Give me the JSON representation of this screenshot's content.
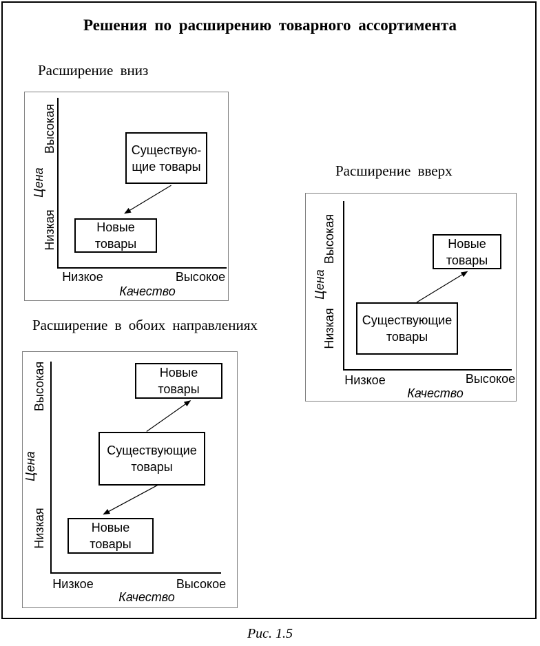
{
  "figure": {
    "title": "Решения по расширению товарного ассортимента",
    "caption": "Рис. 1.5"
  },
  "colors": {
    "background": "#ffffff",
    "frame_border": "#000000",
    "panel_border": "#808080",
    "box_border": "#000000",
    "text": "#000000"
  },
  "panels": [
    {
      "title": "Расширение вниз",
      "y_axis": {
        "title": "Цена",
        "high": "Высокая",
        "low": "Низкая"
      },
      "x_axis": {
        "title": "Качество",
        "low": "Низкое",
        "high": "Высокое"
      },
      "boxes": {
        "existing": {
          "line1": "Существую-",
          "line2": "щие товары"
        },
        "new": {
          "line1": "Новые",
          "line2": "товары"
        }
      },
      "arrow": "existing products (high price) → new products (low price)"
    },
    {
      "title": "Расширение вверх",
      "y_axis": {
        "title": "Цена",
        "high": "Высокая",
        "low": "Низкая"
      },
      "x_axis": {
        "title": "Качество",
        "low": "Низкое",
        "high": "Высокое"
      },
      "boxes": {
        "existing": {
          "line1": "Существующие",
          "line2": "товары"
        },
        "new": {
          "line1": "Новые",
          "line2": "товары"
        }
      },
      "arrow": "existing products (low price) → new products (high price)"
    },
    {
      "title": "Расширение в обоих направлениях",
      "y_axis": {
        "title": "Цена",
        "high": "Высокая",
        "low": "Низкая"
      },
      "x_axis": {
        "title": "Качество",
        "low": "Низкое",
        "high": "Высокое"
      },
      "boxes": {
        "new_top": {
          "line1": "Новые",
          "line2": "товары"
        },
        "existing": {
          "line1": "Существующие",
          "line2": "товары"
        },
        "new_bottom": {
          "line1": "Новые",
          "line2": "товары"
        }
      },
      "arrows": [
        "existing products → new products (high price)",
        "existing products → new products (low price)"
      ]
    }
  ]
}
